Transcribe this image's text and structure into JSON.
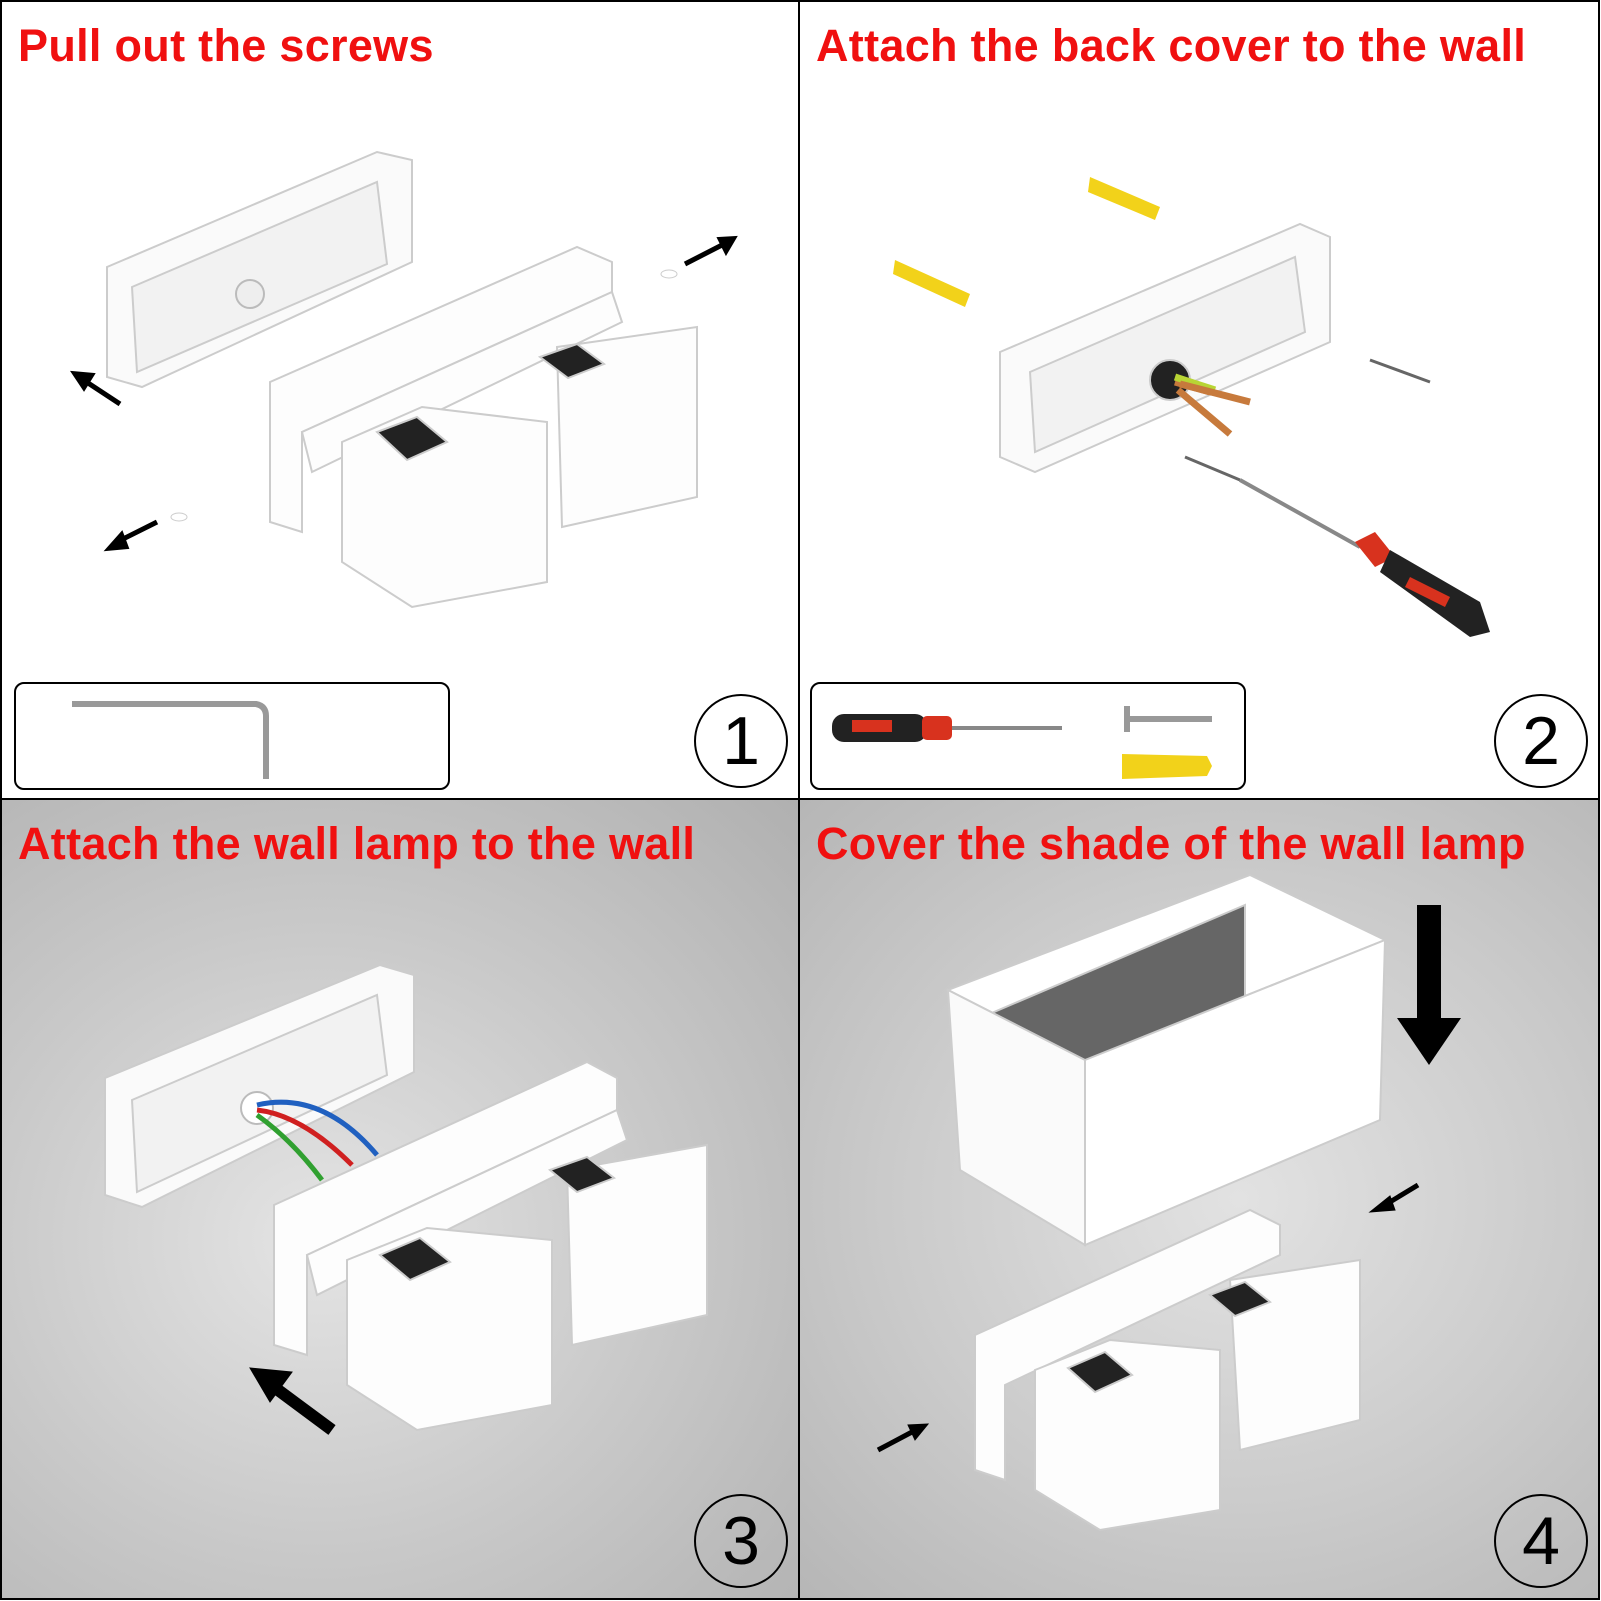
{
  "steps": [
    {
      "number": "1",
      "title": "Pull out the screws"
    },
    {
      "number": "2",
      "title": "Attach the back cover to the wall"
    },
    {
      "number": "3",
      "title": "Attach the wall lamp to the wall"
    },
    {
      "number": "4",
      "title": "Cover the shade of the wall lamp"
    }
  ],
  "colors": {
    "title": "#f01010",
    "anchor": "#f2d21a",
    "screwdriver_handle": "#d8321e"
  }
}
